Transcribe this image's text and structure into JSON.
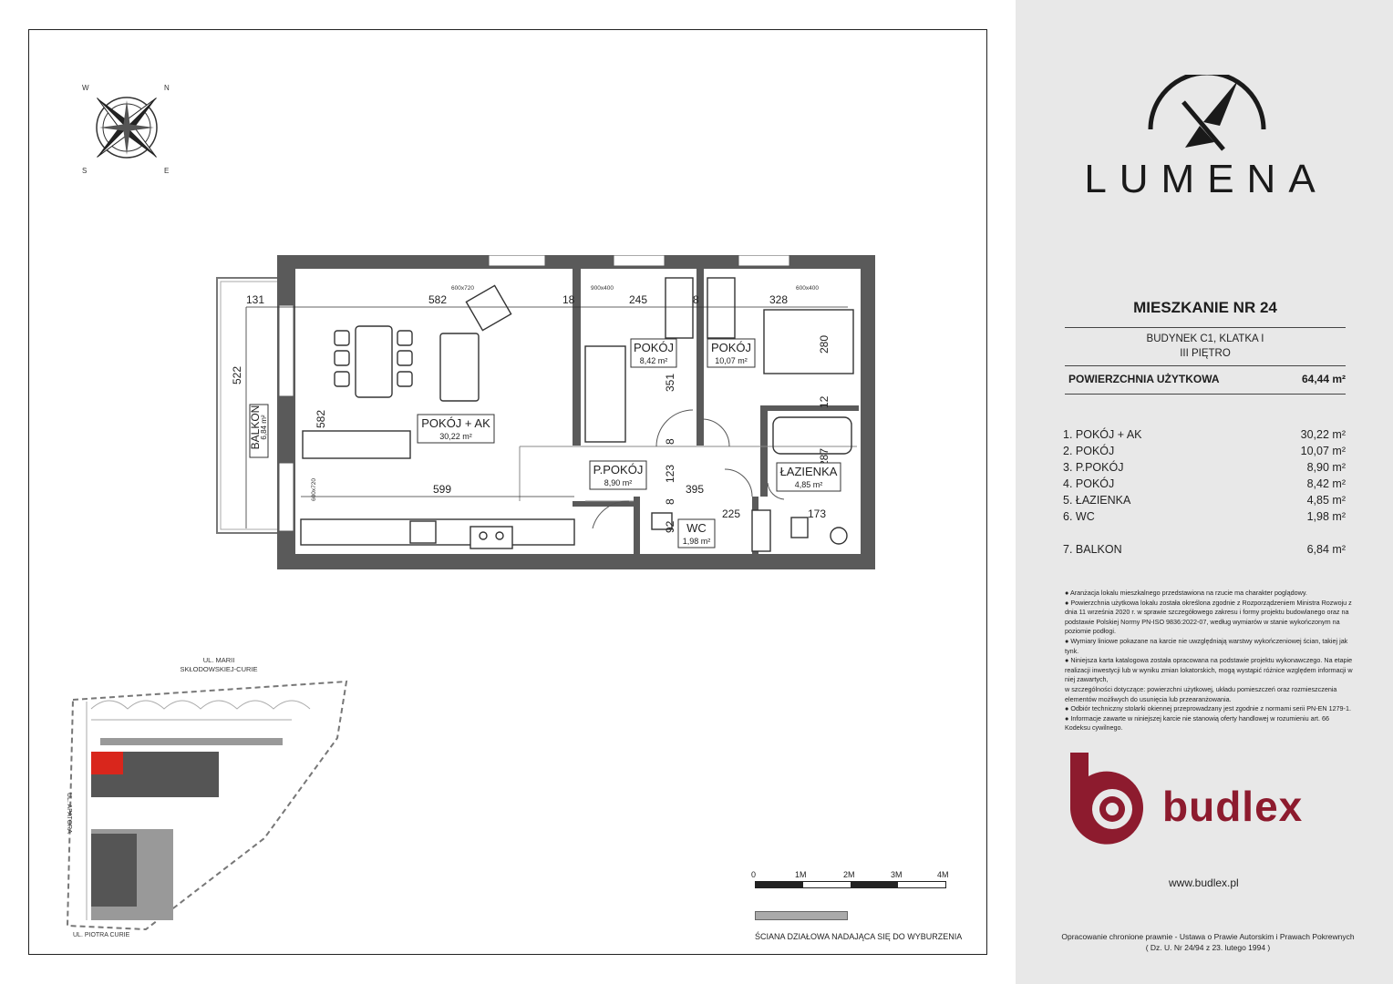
{
  "compass": {
    "n": "N",
    "e": "E",
    "s": "S",
    "w": "W"
  },
  "plan": {
    "rooms": [
      {
        "label": "POKÓJ + AK",
        "area": "30,22 m²"
      },
      {
        "label": "POKÓJ",
        "area": "8,42 m²"
      },
      {
        "label": "POKÓJ",
        "area": "10,07 m²"
      },
      {
        "label": "P.POKÓJ",
        "area": "8,90 m²"
      },
      {
        "label": "ŁAZIENKA",
        "area": "4,85 m²"
      },
      {
        "label": "WC",
        "area": "1,98 m²"
      },
      {
        "label": "BALKON",
        "area": "6,84 m²"
      }
    ],
    "dims": {
      "d131": "131",
      "d582a": "582",
      "d18": "18",
      "d245": "245",
      "d8a": "8",
      "d328": "328",
      "d522": "522",
      "d582b": "582",
      "d351": "351",
      "d280": "280",
      "d12": "12",
      "d8b": "8",
      "d287": "287",
      "d599": "599",
      "d123": "123",
      "d395": "395",
      "d8c": "8",
      "d225": "225",
      "d92": "92",
      "d173": "173"
    },
    "windows": {
      "w1": "600x720",
      "w2": "900x400",
      "w3": "600x400",
      "w4": "600x720"
    }
  },
  "site_map": {
    "street_top": "UL. MARII SKŁODOWSKIEJ-CURIE",
    "street_top_1": "UL. MARII",
    "street_top_2": "SKŁODOWSKIEJ-CURIE",
    "street_left": "UL. APATORA",
    "street_bottom": "UL. PIOTRA CURIE"
  },
  "scale": {
    "ticks": [
      "0",
      "1M",
      "2M",
      "3M",
      "4M"
    ],
    "legend": "ŚCIANA DZIAŁOWA NADAJĄCA SIĘ DO WYBURZENIA"
  },
  "brand": {
    "name": "LUMENA"
  },
  "title": "MIESZKANIE NR 24",
  "building": "BUDYNEK C1, KLATKA I",
  "floor": "III PIĘTRO",
  "usable_area_label": "POWIERZCHNIA UŻYTKOWA",
  "usable_area_value": "64,44 m²",
  "room_list": [
    {
      "name": "1. POKÓJ + AK",
      "area": "30,22 m²"
    },
    {
      "name": "2. POKÓJ",
      "area": "10,07 m²"
    },
    {
      "name": "3. P.POKÓJ",
      "area": "8,90 m²"
    },
    {
      "name": "4. POKÓJ",
      "area": "8,42 m²"
    },
    {
      "name": "5. ŁAZIENKA",
      "area": "4,85 m²"
    },
    {
      "name": "6. WC",
      "area": "1,98 m²"
    }
  ],
  "balcony_item": {
    "name": "7. BALKON",
    "area": "6,84 m²"
  },
  "notes": [
    "● Aranżacja lokalu mieszkalnego przedstawiona na rzucie ma charakter poglądowy.",
    "● Powierzchnia użytkowa lokalu została określona zgodnie z Rozporządzeniem Ministra Rozwoju z dnia 11 września 2020 r. w sprawie szczegółowego zakresu i formy projektu budowlanego oraz na podstawie Polskiej Normy PN-ISO 9836:2022-07, według wymiarów w stanie wykończonym na poziomie podłogi.",
    "● Wymiary liniowe pokazane na karcie nie uwzględniają warstwy wykończeniowej ścian, takiej jak tynk.",
    "● Niniejsza karta katalogowa została opracowana na podstawie projektu wykonawczego. Na etapie realizacji inwestycji lub w wyniku zmian lokatorskich, mogą wystąpić różnice względem informacji w niej zawartych,",
    "w szczególności dotyczące: powierzchni użytkowej, układu pomieszczeń oraz rozmieszczenia elementów możliwych do usunięcia lub przearanżowania.",
    "● Odbiór techniczny stolarki okiennej przeprowadzany jest zgodnie z normami serii PN-EN 1279-1.",
    "● Informacje zawarte w niniejszej karcie nie stanowią oferty handlowej w rozumieniu art. 66 Kodeksu cywilnego."
  ],
  "company": {
    "name": "budlex",
    "url": "www.budlex.pl"
  },
  "copyright": [
    "Opracowanie chronione prawnie - Ustawa o Prawie Autorskim i Prawach Pokrewnych",
    "( Dz. U. Nr 24/94 z 23. lutego 1994 )"
  ],
  "colors": {
    "brand_red": "#8d1b2e",
    "panel_bg": "#e8e8e8",
    "wall": "#5a5a5a",
    "highlight": "#d9261c"
  }
}
